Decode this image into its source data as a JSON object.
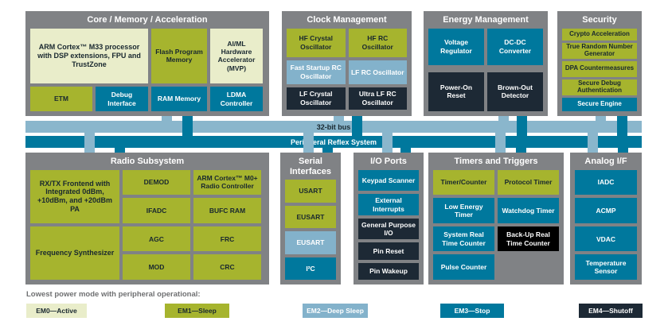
{
  "palette": {
    "em0": "#e9edca",
    "em1": "#a6b42e",
    "em2": "#83b2cb",
    "em3": "#00789d",
    "em4": "#1d2935",
    "black": "#000000",
    "panel_gray": "#808285",
    "bus_light": "#8ab6cc",
    "bus_teal": "#00789d",
    "dark_text": "#18272f",
    "legend_text": "#6f7072"
  },
  "buses": {
    "bus32": "32-bit bus",
    "prs": "Peripheral Reflex System"
  },
  "panels": [
    {
      "id": "core",
      "title": "Core / Memory / Acceleration",
      "blocks": [
        {
          "label": "ARM Cortex™ M33 processor with DSP extensions, FPU and TrustZone",
          "power": "em0"
        },
        {
          "label": "Flash Program Memory",
          "power": "em1"
        },
        {
          "label": "AI/ML Hardware Accelerator (MVP)",
          "power": "em0"
        },
        {
          "label": "ETM",
          "power": "em1"
        },
        {
          "label": "Debug Interface",
          "power": "em3"
        },
        {
          "label": "RAM Memory",
          "power": "em3"
        },
        {
          "label": "LDMA Controller",
          "power": "em3"
        }
      ]
    },
    {
      "id": "clock",
      "title": "Clock Management",
      "blocks": [
        {
          "label": "HF Crystal Oscillator",
          "power": "em1"
        },
        {
          "label": "HF RC Oscillator",
          "power": "em1"
        },
        {
          "label": "Fast Startup RC Oscillator",
          "power": "em2"
        },
        {
          "label": "LF RC Oscillator",
          "power": "em2"
        },
        {
          "label": "LF Crystal Oscillator",
          "power": "em4"
        },
        {
          "label": "Ultra LF RC Oscillator",
          "power": "em4"
        }
      ]
    },
    {
      "id": "energy",
      "title": "Energy Management",
      "blocks": [
        {
          "label": "Voltage Regulator",
          "power": "em3"
        },
        {
          "label": "DC-DC Converter",
          "power": "em3"
        },
        {
          "label": "Power-On Reset",
          "power": "em4"
        },
        {
          "label": "Brown-Out Detector",
          "power": "em4"
        }
      ]
    },
    {
      "id": "security",
      "title": "Security",
      "blocks": [
        {
          "label": "Crypto Acceleration",
          "power": "em1"
        },
        {
          "label": "True Random Number Generator",
          "power": "em1"
        },
        {
          "label": "DPA Countermeasures",
          "power": "em1"
        },
        {
          "label": "Secure Debug Authentication",
          "power": "em1"
        },
        {
          "label": "Secure Engine",
          "power": "em3"
        }
      ]
    },
    {
      "id": "radio",
      "title": "Radio Subsystem",
      "blocks": [
        {
          "label": "RX/TX Frontend with Integrated 0dBm, +10dBm, and +20dBm PA",
          "power": "em1"
        },
        {
          "label": "Frequency Synthesizer",
          "power": "em1"
        },
        {
          "label": "DEMOD",
          "power": "em1"
        },
        {
          "label": "IFADC",
          "power": "em1"
        },
        {
          "label": "AGC",
          "power": "em1"
        },
        {
          "label": "MOD",
          "power": "em1"
        },
        {
          "label": "ARM Cortex™ M0+ Radio Controller",
          "power": "em1"
        },
        {
          "label": "BUFC RAM",
          "power": "em1"
        },
        {
          "label": "FRC",
          "power": "em1"
        },
        {
          "label": "CRC",
          "power": "em1"
        }
      ]
    },
    {
      "id": "serial",
      "title": "Serial Interfaces",
      "blocks": [
        {
          "label": "USART",
          "power": "em1"
        },
        {
          "label": "EUSART",
          "power": "em1"
        },
        {
          "label": "EUSART",
          "power": "em2"
        },
        {
          "label": "I²C",
          "power": "em3"
        }
      ]
    },
    {
      "id": "io",
      "title": "I/O Ports",
      "blocks": [
        {
          "label": "Keypad Scanner",
          "power": "em3"
        },
        {
          "label": "External Interrupts",
          "power": "em3"
        },
        {
          "label": "General Purpose I/O",
          "power": "em4"
        },
        {
          "label": "Pin Reset",
          "power": "em4"
        },
        {
          "label": "Pin Wakeup",
          "power": "em4"
        }
      ]
    },
    {
      "id": "timers",
      "title": "Timers and Triggers",
      "blocks": [
        {
          "label": "Timer/Counter",
          "power": "em1"
        },
        {
          "label": "Protocol Timer",
          "power": "em1"
        },
        {
          "label": "Low Energy Timer",
          "power": "em3"
        },
        {
          "label": "Watchdog Timer",
          "power": "em3"
        },
        {
          "label": "System Real Time Counter",
          "power": "em3"
        },
        {
          "label": "Back-Up Real Time Counter",
          "power": "black"
        },
        {
          "label": "Pulse Counter",
          "power": "em3"
        }
      ]
    },
    {
      "id": "analog",
      "title": "Analog I/F",
      "blocks": [
        {
          "label": "IADC",
          "power": "em3"
        },
        {
          "label": "ACMP",
          "power": "em3"
        },
        {
          "label": "VDAC",
          "power": "em3"
        },
        {
          "label": "Temperature Sensor",
          "power": "em3"
        }
      ]
    }
  ],
  "legend": {
    "title": "Lowest power mode with peripheral operational:",
    "items": [
      {
        "label": "EM0—Active",
        "power": "em0"
      },
      {
        "label": "EM1—Sleep",
        "power": "em1"
      },
      {
        "label": "EM2—Deep Sleep",
        "power": "em2"
      },
      {
        "label": "EM3—Stop",
        "power": "em3"
      },
      {
        "label": "EM4—Shutoff",
        "power": "em4"
      }
    ]
  }
}
